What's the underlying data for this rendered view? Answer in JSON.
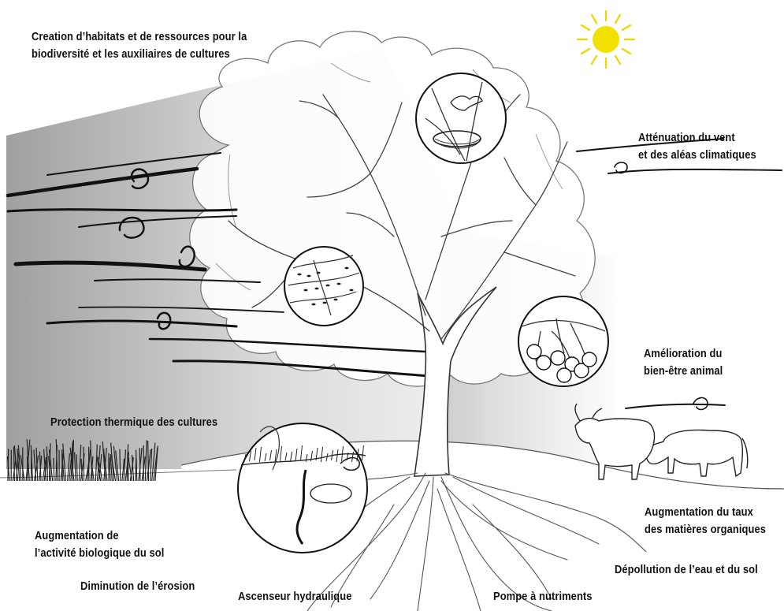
{
  "colors": {
    "ink": "#111111",
    "sun": "#f2e100",
    "sun_rays": "#f0d500",
    "background_gradient_dark": "#9b9b9b",
    "background_gradient_light": "#f2f2f2",
    "field_vegetation": "#222222"
  },
  "icons": {
    "sun": "sun-icon",
    "bird_nest": "bird-nest-icon",
    "leaf_insects": "leaf-insects-icon",
    "cherries": "cherries-icon",
    "soil_life": "soil-life-icon",
    "cows": "cows-icon",
    "wind": "wind-lines-icon"
  },
  "labels": {
    "habitats": [
      "Creation d’habitats et de ressources pour la",
      "biodiversité et les auxiliaires de cultures"
    ],
    "wind": [
      "Atténuation du vent",
      "et des aléas climatiques"
    ],
    "animal": [
      "Amélioration du",
      "bien-être animal"
    ],
    "thermal": [
      "Protection thermique des cultures"
    ],
    "soil_activity": [
      "Augmentation de",
      "l’activité biologique du sol"
    ],
    "erosion": [
      "Diminution de l’érosion"
    ],
    "hydraulic": [
      "Ascenseur hydraulique"
    ],
    "organic": [
      "Augmentation du taux",
      "des matières organiques"
    ],
    "depollution": [
      "Dépollution de l’eau et du sol"
    ],
    "nutrients": [
      "Pompe à nutriments"
    ]
  }
}
